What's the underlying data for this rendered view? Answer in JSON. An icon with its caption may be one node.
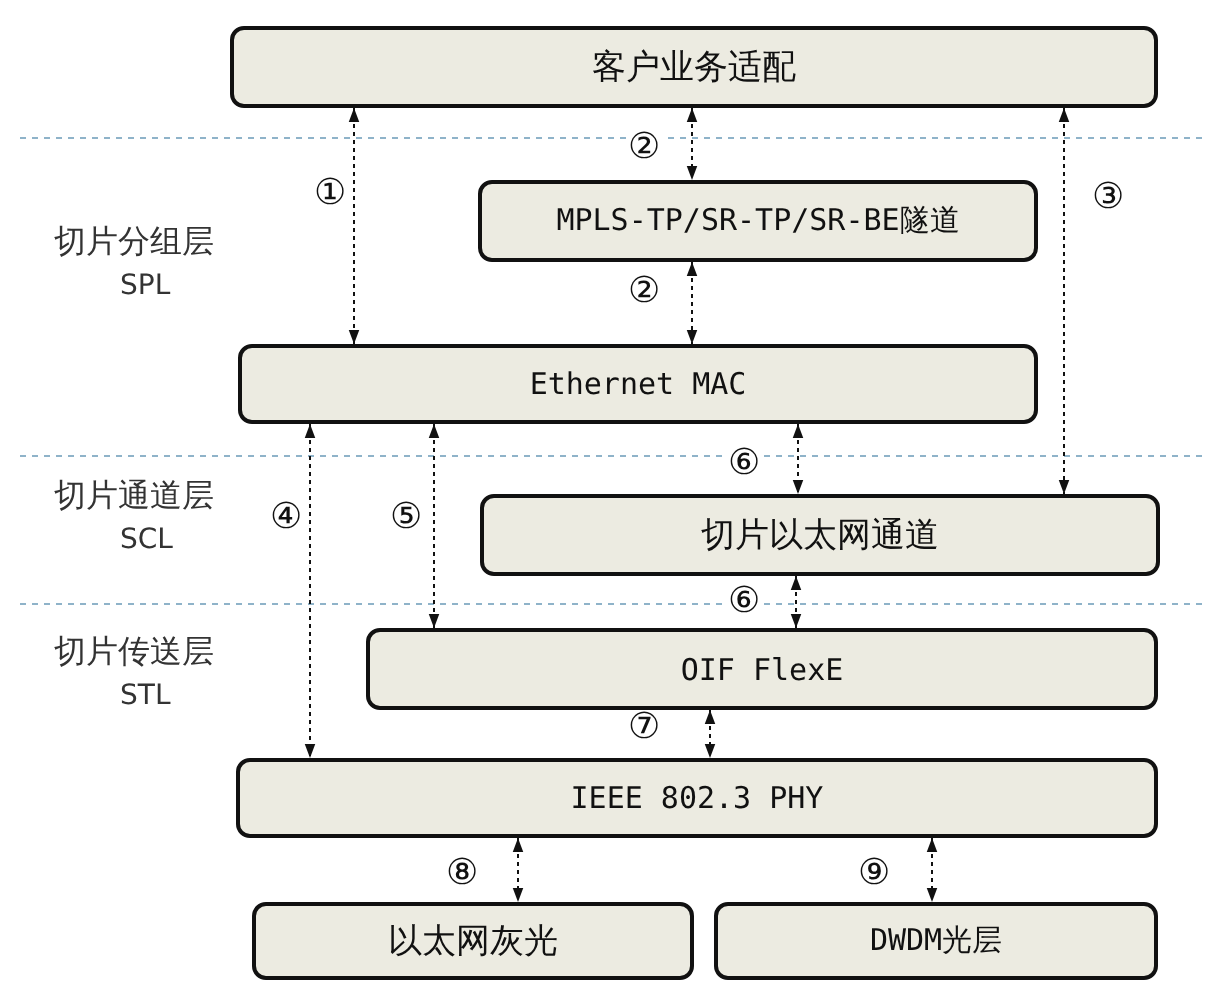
{
  "diagram": {
    "nodes": [
      {
        "text": [
          "客户业务适配"
        ]
      },
      {
        "text": [
          "MPLS-TP/SR-TP/SR-BE隧道"
        ]
      },
      {
        "text": [
          "Ethernet MAC"
        ]
      },
      {
        "text": [
          "切片以太网通道"
        ]
      },
      {
        "text": [
          "OIF FlexE"
        ]
      },
      {
        "text": [
          "IEEE 802.3 PHY"
        ]
      },
      {
        "text": [
          "以太网灰光"
        ]
      },
      {
        "text": [
          "DWDM光层"
        ]
      }
    ],
    "edges": [
      {
        "from": 0,
        "to": 2,
        "arrow": "both",
        "label": "①",
        "style": "dashed"
      },
      {
        "from": 0,
        "to": 1,
        "arrow": "both",
        "label": "②",
        "style": "dashed"
      },
      {
        "from": 1,
        "to": 2,
        "arrow": "both",
        "label": "②",
        "style": "dashed"
      },
      {
        "from": 0,
        "to": 3,
        "arrow": "both",
        "label": "③",
        "style": "dashed"
      },
      {
        "from": 2,
        "to": 5,
        "arrow": "both",
        "label": "④",
        "style": "dashed"
      },
      {
        "from": 2,
        "to": 4,
        "arrow": "both",
        "label": "⑤",
        "style": "dashed"
      },
      {
        "from": 2,
        "to": 3,
        "arrow": "both",
        "label": "⑥",
        "style": "dashed"
      },
      {
        "from": 3,
        "to": 4,
        "arrow": "both",
        "label": "⑥",
        "style": "dashed"
      },
      {
        "from": 4,
        "to": 5,
        "arrow": "both",
        "label": "⑦",
        "style": "dashed"
      },
      {
        "from": 5,
        "to": 6,
        "arrow": "both",
        "label": "⑧",
        "style": "dashed"
      },
      {
        "from": 5,
        "to": 7,
        "arrow": "both",
        "label": "⑨",
        "style": "dashed"
      }
    ],
    "labels": [
      "切片分组层",
      "SPL",
      "切片通道层",
      "SCL",
      "切片传送层",
      "STL"
    ]
  }
}
